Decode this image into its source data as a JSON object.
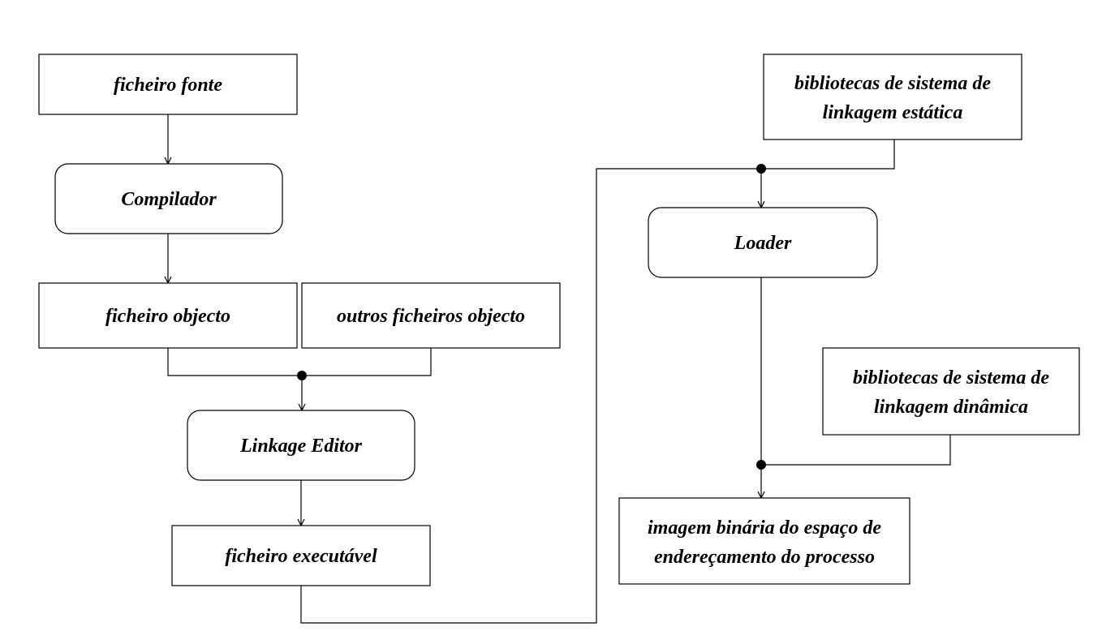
{
  "nodes": {
    "source_file": "ficheiro fonte",
    "compiler": "Compilador",
    "object_file": "ficheiro objecto",
    "other_object_files": "outros ficheiros objecto",
    "linkage_editor": "Linkage Editor",
    "executable_file": "ficheiro executável",
    "static_libs_line1": "bibliotecas de sistema de",
    "static_libs_line2": "linkagem estática",
    "loader": "Loader",
    "dynamic_libs_line1": "bibliotecas de sistema de",
    "dynamic_libs_line2": "linkagem dinâmica",
    "memory_image_line1": "imagem binária do espaço de",
    "memory_image_line2": "endereçamento do processo"
  }
}
